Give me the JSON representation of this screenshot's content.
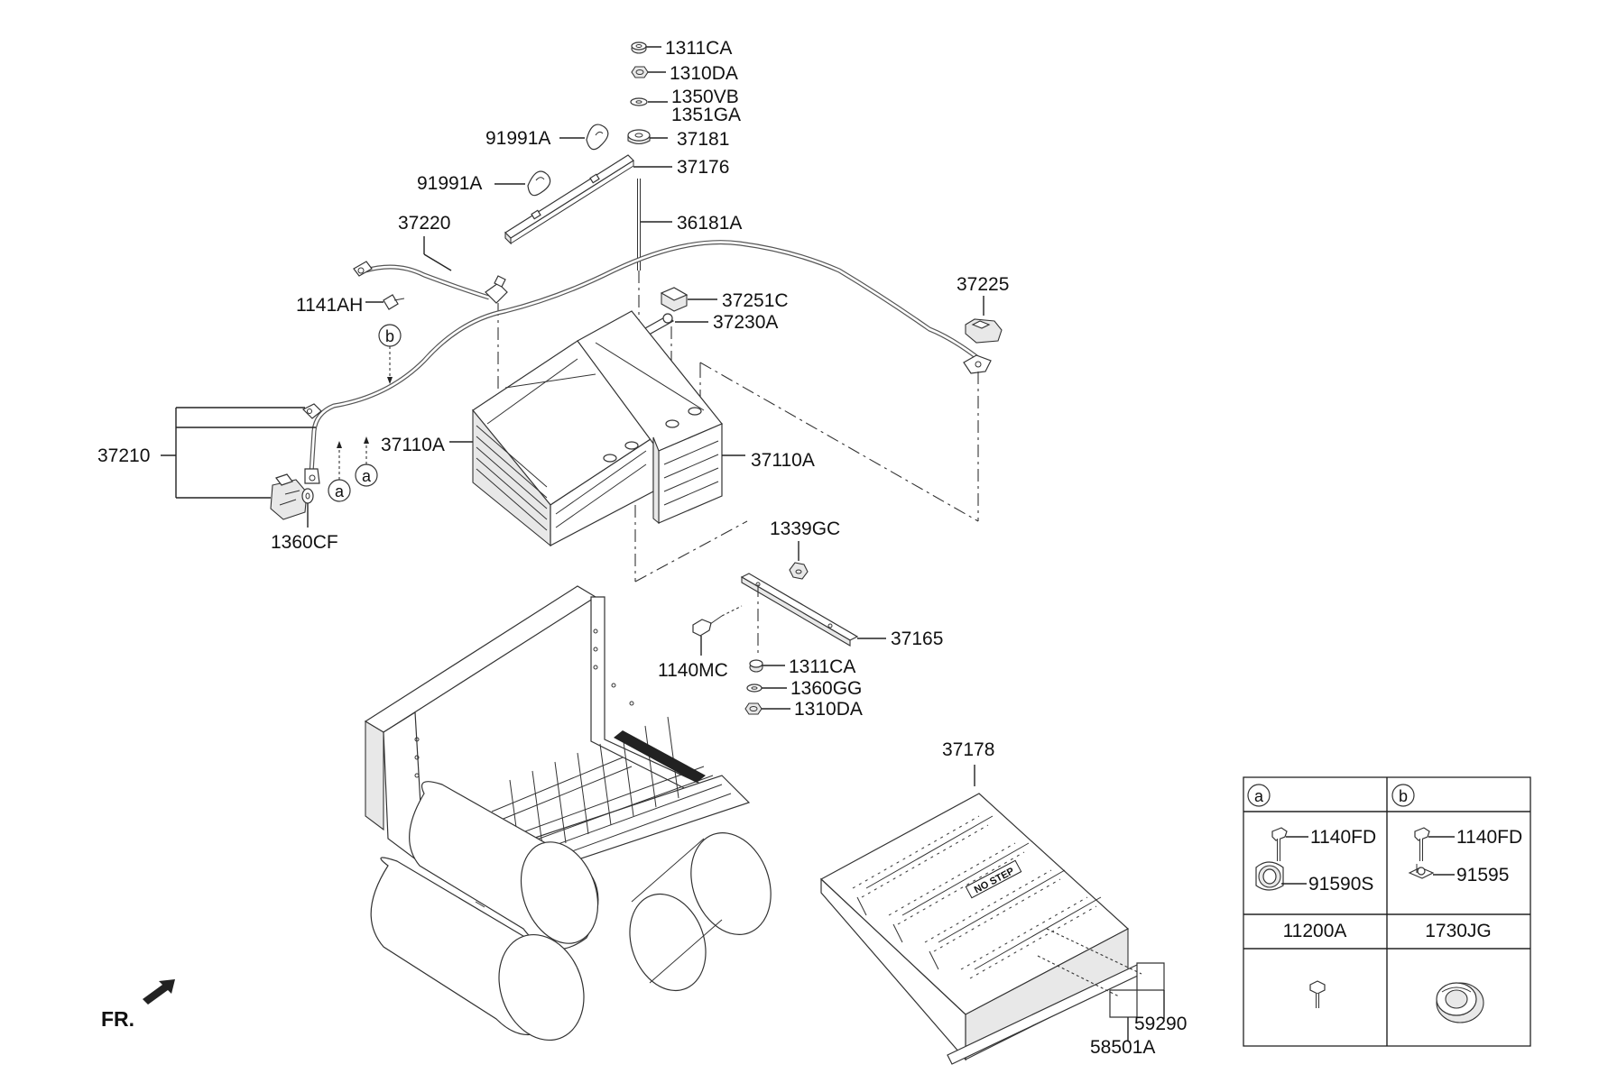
{
  "callouts": {
    "p1311CA_top": "1311CA",
    "p1310DA_top": "1310DA",
    "p1350VB": "1350VB",
    "p1351GA": "1351GA",
    "p91991A_1": "91991A",
    "p37181": "37181",
    "p37176": "37176",
    "p91991A_2": "91991A",
    "p37220": "37220",
    "p36181A": "36181A",
    "p37225": "37225",
    "p37251C": "37251C",
    "p1141AH": "1141AH",
    "p37230A": "37230A",
    "p37210": "37210",
    "p37110A_left": "37110A",
    "p37110A_right": "37110A",
    "p1360CF": "1360CF",
    "p1339GC": "1339GC",
    "p37165": "37165",
    "p1140MC": "1140MC",
    "p1311CA_bot": "1311CA",
    "p1360GG": "1360GG",
    "p1310DA_bot": "1310DA",
    "p37178": "37178",
    "p59290": "59290",
    "p58501A": "58501A"
  },
  "markers": {
    "a": "a",
    "b": "b"
  },
  "cover_text": "NO STEP",
  "front_indicator": "FR.",
  "detail_table": {
    "col_a_marker": "a",
    "col_b_marker": "b",
    "a_part1": "1140FD",
    "a_part2": "91590S",
    "b_part1": "1140FD",
    "b_part2": "91595",
    "a_row2_title": "11200A",
    "b_row2_title": "1730JG"
  }
}
